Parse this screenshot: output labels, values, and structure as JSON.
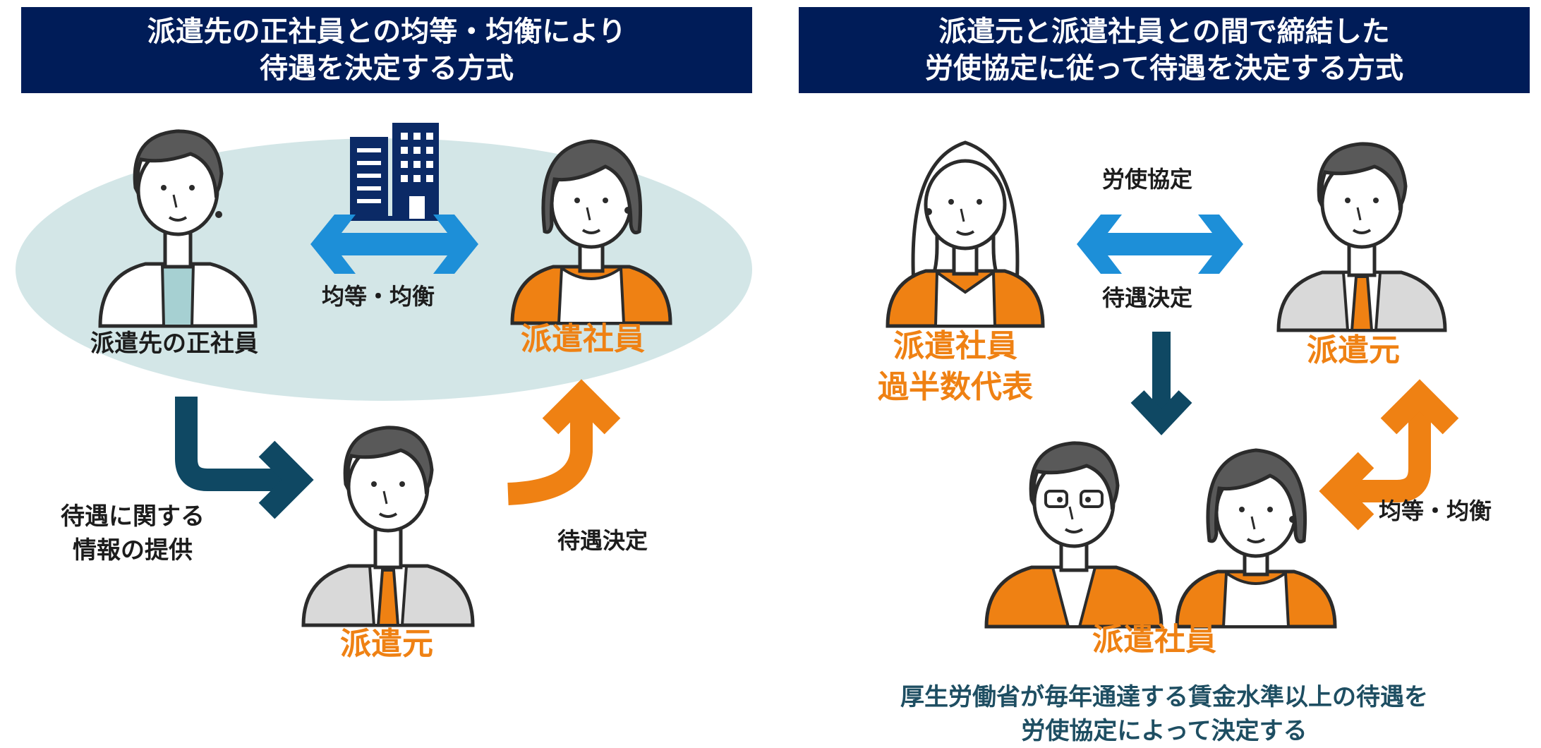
{
  "colors": {
    "navy": "#001c58",
    "orange": "#ef8113",
    "blue_arrow": "#1d8fd8",
    "dark_teal_arrow": "#0f4863",
    "ellipse": "#d3e6e7",
    "footer_text": "#1e4e62"
  },
  "left": {
    "title_line1": "派遣先の正社員との均等・均衡により",
    "title_line2": "待遇を決定する方式",
    "label_seishain": "派遣先の正社員",
    "label_haken_shain": "派遣社員",
    "label_kintou": "均等・均衡",
    "label_info_line1": "待遇に関する",
    "label_info_line2": "情報の提供",
    "label_taigu_kettei": "待遇決定",
    "label_hakenmoto": "派遣元"
  },
  "right": {
    "title_line1": "派遣元と派遣社員との間で締結した",
    "title_line2": "労使協定に従って待遇を決定する方式",
    "label_roushi": "労使協定",
    "label_taigu_kettei": "待遇決定",
    "label_rep_line1": "派遣社員",
    "label_rep_line2": "過半数代表",
    "label_hakenmoto": "派遣元",
    "label_kintou": "均等・均衡",
    "label_haken_shain": "派遣社員",
    "footer_line1": "厚生労働省が毎年通達する賃金水準以上の待遇を",
    "footer_line2": "労使協定によって決定する"
  },
  "icons": [
    "building-icon",
    "double-arrow-icon",
    "down-arrow-icon",
    "turn-arrow-icon",
    "person-icon"
  ]
}
